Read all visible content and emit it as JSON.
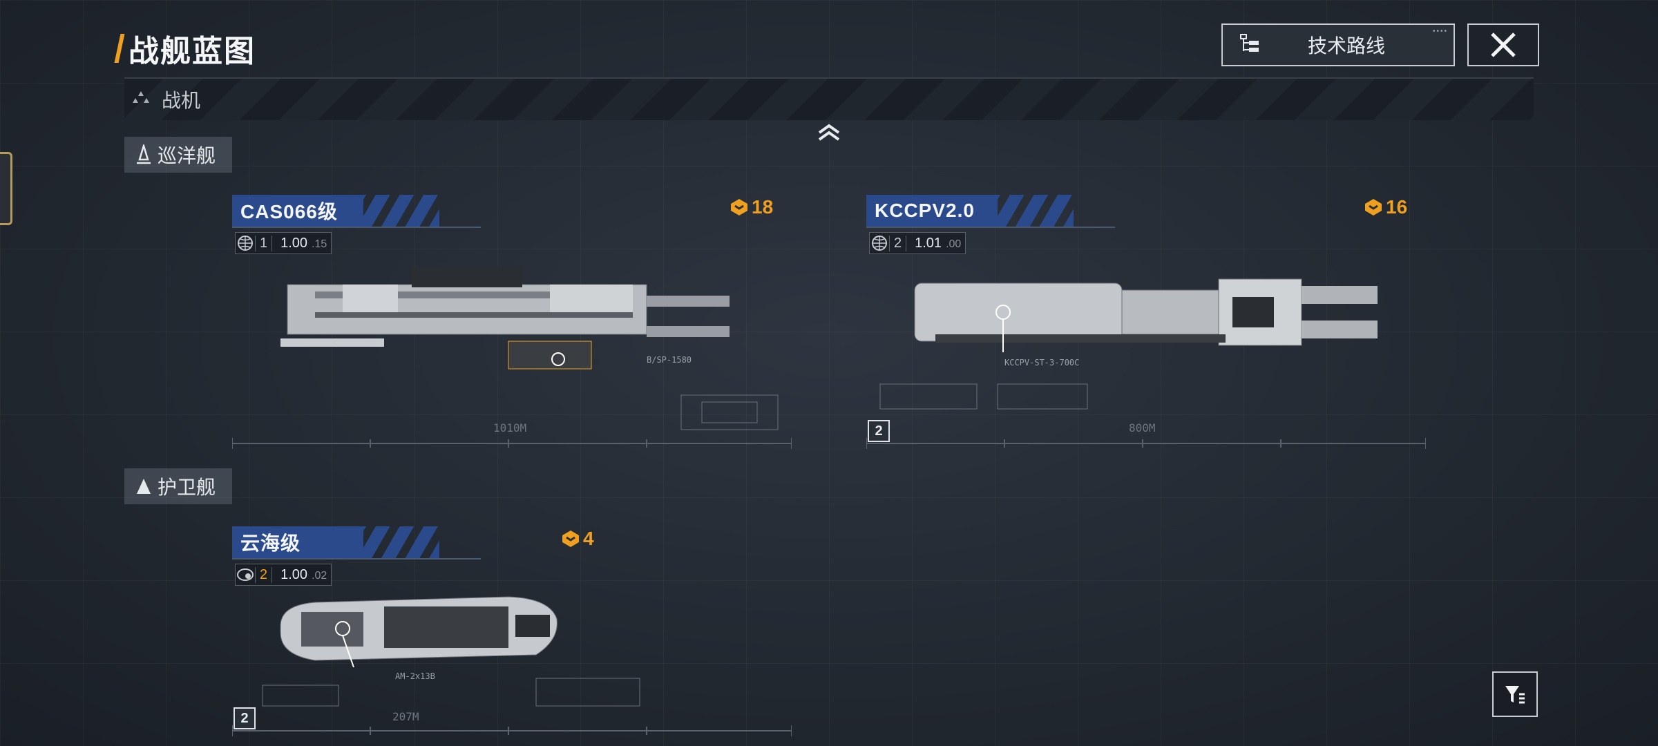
{
  "header": {
    "title": "战舰蓝图"
  },
  "toolbar": {
    "tech_route_label": "技术路线"
  },
  "category_bar": {
    "label": "战机"
  },
  "sections": [
    {
      "title": "巡洋舰",
      "ships": [
        {
          "name": "CAS066级",
          "tier": "1",
          "version_main": "1.00",
          "version_sub": ".15",
          "cost": "18",
          "callout": "B/SP-1580",
          "scale": "1010M",
          "badge": ""
        },
        {
          "name": "KCCPV2.0",
          "tier": "2",
          "version_main": "1.01",
          "version_sub": ".00",
          "cost": "16",
          "callout": "KCCPV-ST-3-700C",
          "scale": "800M",
          "badge": "2"
        }
      ]
    },
    {
      "title": "护卫舰",
      "ships": [
        {
          "name": "云海级",
          "tier": "2",
          "version_main": "1.00",
          "version_sub": ".02",
          "cost": "4",
          "callout": "AM-2x13B",
          "scale": "207M",
          "badge": "2"
        }
      ]
    }
  ],
  "colors": {
    "accent": "#f0a020",
    "name_tag": "#2b4a8c"
  },
  "icons": {
    "tech": "tech-tree-icon",
    "close": "close-icon",
    "category": "fighter-icon",
    "cost": "blueprint-cost-icon",
    "filter": "filter-icon",
    "globe": "globe-icon"
  }
}
